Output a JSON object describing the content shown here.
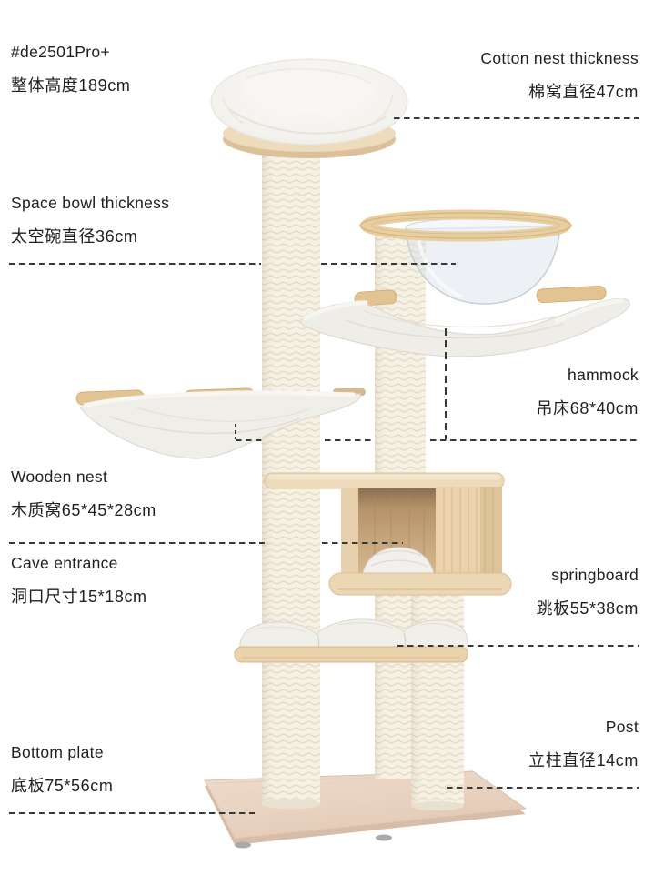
{
  "header": {
    "model": "#de2501Pro+",
    "overall_height": "整体高度189cm"
  },
  "annotations": {
    "cotton_nest": {
      "en": "Cotton nest thickness",
      "zh": "棉窝直径47cm"
    },
    "space_bowl": {
      "en": "Space bowl thickness",
      "zh": "太空碗直径36cm"
    },
    "hammock": {
      "en": "hammock",
      "zh": "吊床68*40cm"
    },
    "wooden_nest": {
      "en": "Wooden nest",
      "zh": "木质窝65*45*28cm"
    },
    "cave_entrance": {
      "en": "Cave entrance",
      "zh": "洞口尺寸15*18cm"
    },
    "springboard": {
      "en": "springboard",
      "zh": "跳板55*38cm"
    },
    "bottom_plate": {
      "en": "Bottom plate",
      "zh": "底板75*56cm"
    },
    "post": {
      "en": "Post",
      "zh": "立柱直径14cm"
    }
  },
  "colors": {
    "background": "#ffffff",
    "text": "#1f1f1f",
    "leader_line": "#383838",
    "wood": "#e9d2ac",
    "wood_edge": "#d6b88c",
    "sisal_post": "#f6f1e5",
    "plush": "#f1efe9",
    "base_plate": "#e9d6c8",
    "bowl_glass": "#dde6ee"
  }
}
